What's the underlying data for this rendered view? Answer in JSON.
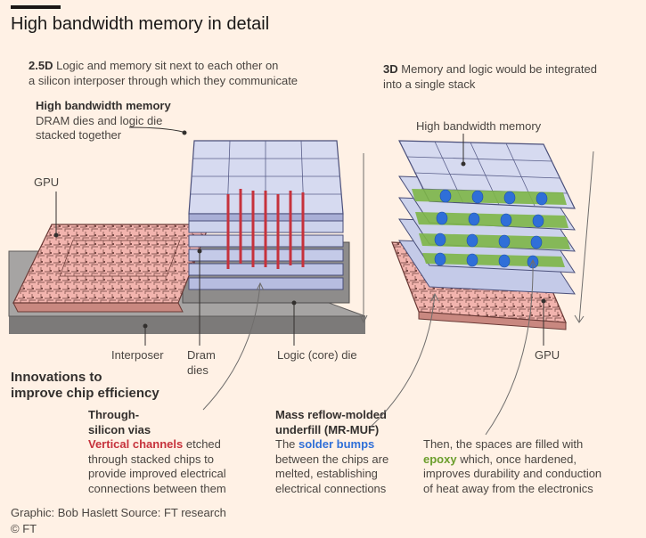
{
  "title": "High bandwidth memory in detail",
  "left_panel": {
    "tag": "2.5D",
    "desc_line1": "Logic and memory sit next to each other on",
    "desc_line2": "a silicon interposer through which they communicate",
    "hbm_title": "High bandwidth memory",
    "hbm_line1": "DRAM dies and logic die",
    "hbm_line2": "stacked together",
    "gpu_label": "GPU",
    "interposer_label": "Interposer",
    "dram_line1": "Dram",
    "dram_line2": "dies",
    "logic_label": "Logic (core) die"
  },
  "right_panel": {
    "tag": "3D",
    "desc_line1": "Memory and logic would be integrated",
    "desc_line2": "into a single stack",
    "hbm_label": "High bandwidth memory",
    "gpu_label": "GPU"
  },
  "innovations": {
    "heading_line1": "Innovations to",
    "heading_line2": "improve chip efficiency",
    "tsv": {
      "title_line1": "Through-",
      "title_line2": "silicon vias",
      "highlight": "Vertical channels",
      "line1_rest": " etched",
      "line2": "through stacked chips to",
      "line3": "provide improved electrical",
      "line4": "connections between them"
    },
    "mrmuf": {
      "title_line1": "Mass reflow-molded",
      "title_line2": "underfill (MR-MUF)",
      "line1_pre": "The ",
      "highlight": "solder bumps",
      "line2": "between the chips are",
      "line3": "melted, establishing",
      "line4": "electrical connections"
    },
    "epoxy": {
      "line1": "Then, the spaces are filled with",
      "highlight": "epoxy",
      "line2_rest": " which, once hardened,",
      "line3": "improves durability and conduction",
      "line4": "of heat away from the electronics"
    }
  },
  "footer": {
    "credit": "Graphic: Bob Haslett   Source: FT research",
    "copyright": "© FT"
  },
  "colors": {
    "background": "#FFF1E5",
    "gpu_pink": "#F2B4AE",
    "dram_blue": "#C9CFEA",
    "tsv_red": "#C6323C",
    "bump_blue": "#2F6FD8",
    "epoxy_green": "#7EB648",
    "interposer_grey": "#8E8C8B"
  }
}
